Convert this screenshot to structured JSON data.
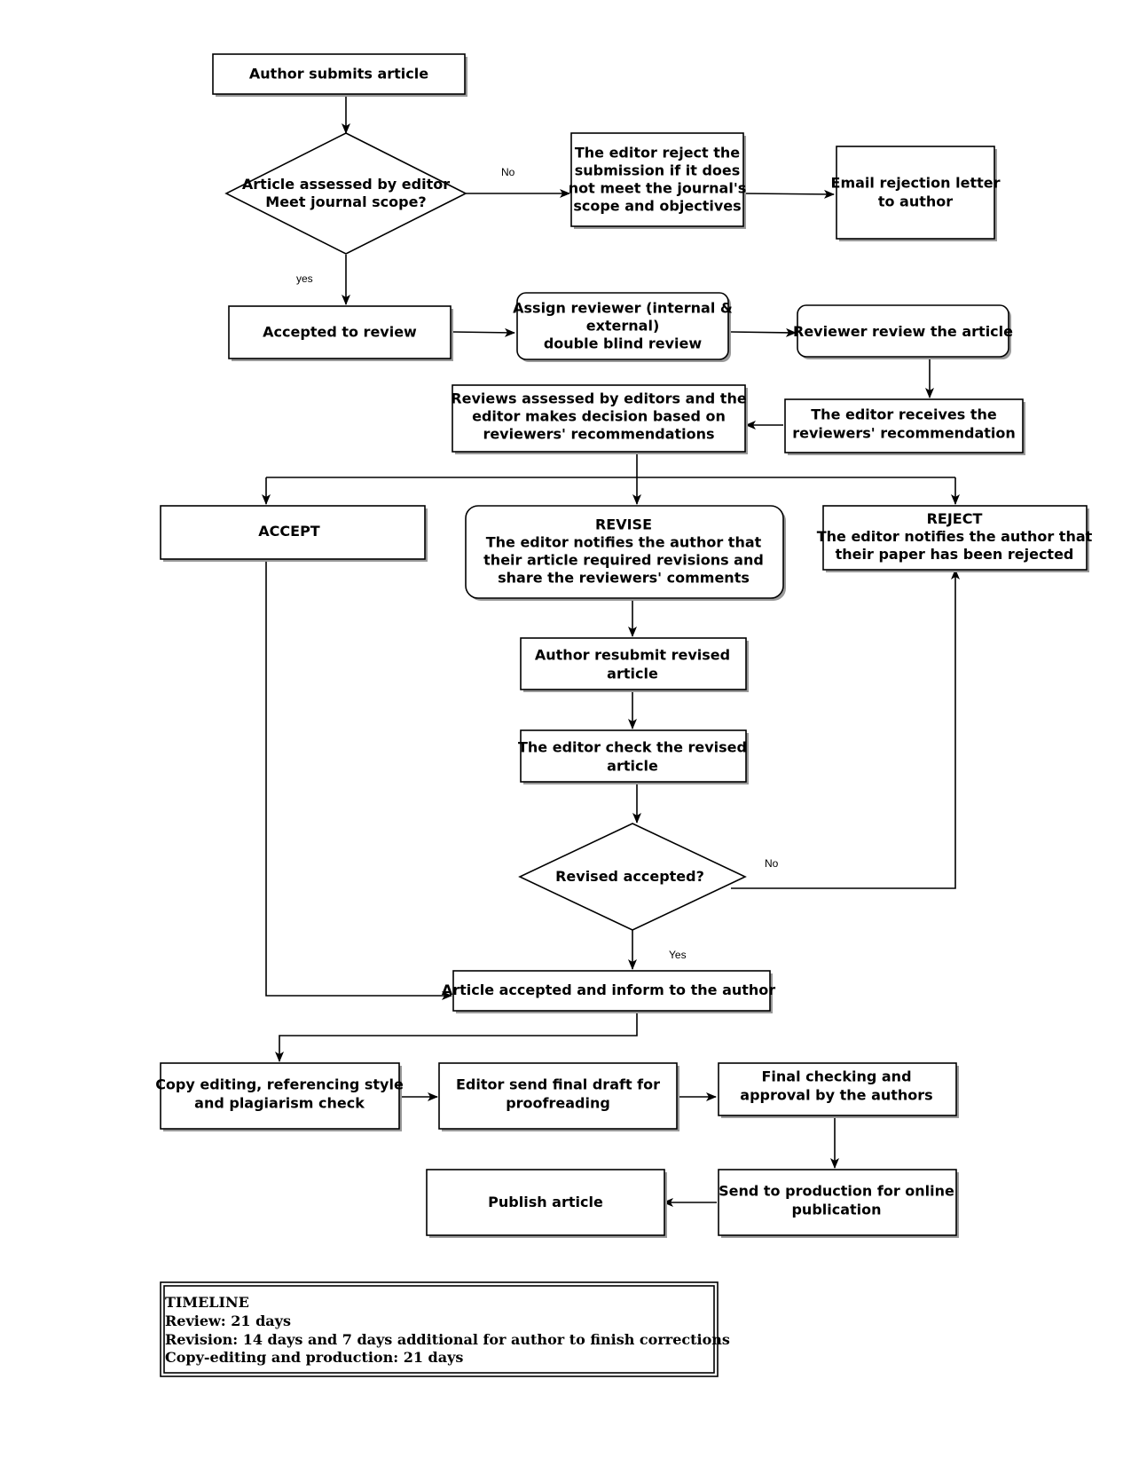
{
  "nodes": {
    "author_submits": {
      "lines": [
        "Author submits article"
      ]
    },
    "assessed_decision": {
      "lines": [
        "Article assessed by editor",
        "Meet journal scope?"
      ]
    },
    "editor_reject_scope": {
      "lines": [
        "The editor reject the",
        "submission if it does",
        "not meet the journal's",
        "scope and objectives"
      ]
    },
    "email_rejection": {
      "lines": [
        "Email rejection letter",
        "to author"
      ]
    },
    "accepted_review": {
      "lines": [
        "Accepted to review"
      ]
    },
    "assign_reviewer": {
      "lines": [
        "Assign reviewer (internal &",
        "external)",
        "double blind review"
      ]
    },
    "reviewer_review": {
      "lines": [
        "Reviewer review the article"
      ]
    },
    "editor_receives": {
      "lines": [
        "The editor receives the",
        "reviewers' recommendation"
      ]
    },
    "reviews_assessed": {
      "lines": [
        "Reviews assessed by editors and the",
        "editor makes decision based on",
        "reviewers' recommendations"
      ]
    },
    "accept": {
      "lines": [
        "ACCEPT"
      ]
    },
    "revise": {
      "lines": [
        "REVISE",
        "The editor notifies the author that",
        "their article required revisions and",
        "share the reviewers' comments"
      ]
    },
    "reject": {
      "lines": [
        "REJECT",
        "The editor notifies the author that",
        "their paper has been rejected"
      ]
    },
    "resubmit": {
      "lines": [
        "Author resubmit revised",
        "article"
      ]
    },
    "editor_check": {
      "lines": [
        "The editor check the revised",
        "article"
      ]
    },
    "revised_decision": {
      "lines": [
        "Revised accepted?"
      ]
    },
    "article_accepted": {
      "lines": [
        "Article accepted and inform to the author"
      ]
    },
    "copy_editing": {
      "lines": [
        "Copy editing, referencing style",
        "and plagiarism check"
      ]
    },
    "final_draft": {
      "lines": [
        "Editor send final draft for",
        "proofreading"
      ]
    },
    "final_checking": {
      "lines": [
        "Final checking and",
        "approval by the authors"
      ]
    },
    "send_production": {
      "lines": [
        "Send to production for online",
        "publication"
      ]
    },
    "publish": {
      "lines": [
        "Publish article"
      ]
    }
  },
  "edge_labels": {
    "scope_no": "No",
    "scope_yes": "yes",
    "revised_no": "No",
    "revised_yes": "Yes"
  },
  "timeline": {
    "lines": [
      "TIMELINE",
      "Review: 21 days",
      "Revision: 14 days and 7 days additional for author to finish corrections",
      "Copy-editing and production: 21 days"
    ]
  }
}
